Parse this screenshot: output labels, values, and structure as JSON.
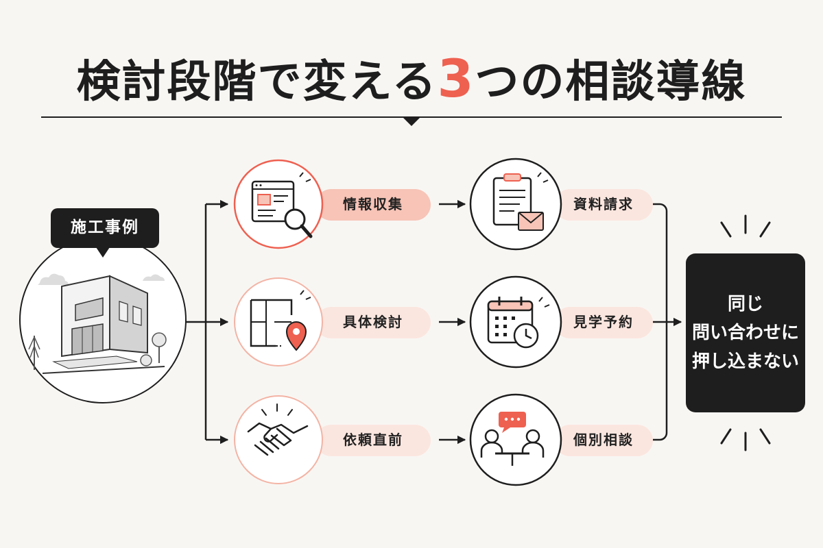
{
  "title": {
    "before": "検討段階で変える",
    "accent": "3",
    "after": "つの相談導線"
  },
  "source": {
    "label": "施工事例"
  },
  "rows": [
    {
      "stage": "情報収集",
      "action": "資料請求",
      "stage_icon": "browser-search-icon",
      "action_icon": "clipboard-mail-icon"
    },
    {
      "stage": "具体検討",
      "action": "見学予約",
      "stage_icon": "floorplan-pin-icon",
      "action_icon": "calendar-clock-icon"
    },
    {
      "stage": "依頼直前",
      "action": "個別相談",
      "stage_icon": "handshake-icon",
      "action_icon": "meeting-chat-icon"
    }
  ],
  "message": {
    "lines": [
      "同じ",
      "問い合わせに",
      "押し込まない"
    ]
  },
  "colors": {
    "accent": "#ee6050",
    "pill": "#f7c4b7",
    "dark": "#1e1e1e",
    "background": "#f8f6f3"
  }
}
